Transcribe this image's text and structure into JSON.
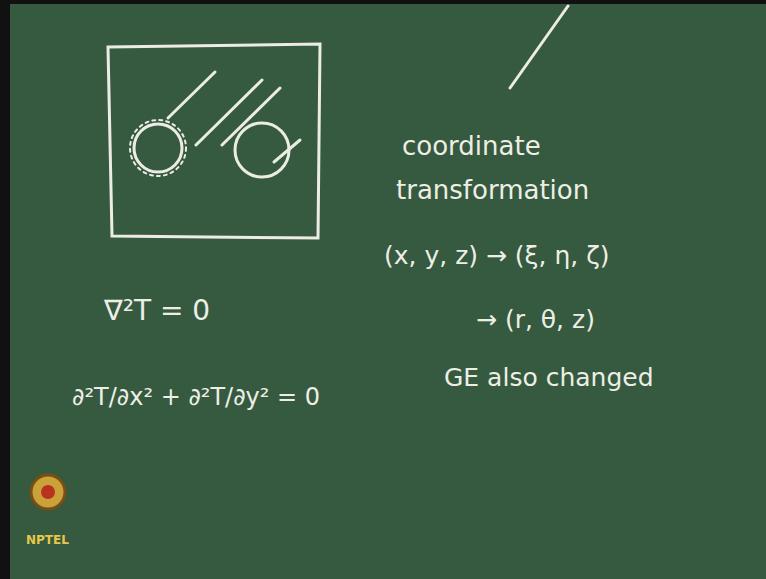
{
  "diagram": {
    "labels": [
      "coordinate",
      "transformation",
      "(x, y, z) → (ξ, η, ζ)",
      "→ (r, θ, z)",
      "GE also changed",
      "∇²T = 0",
      "∂²T/∂x² + ∂²T/∂y² = 0",
      "NPTEL"
    ]
  }
}
